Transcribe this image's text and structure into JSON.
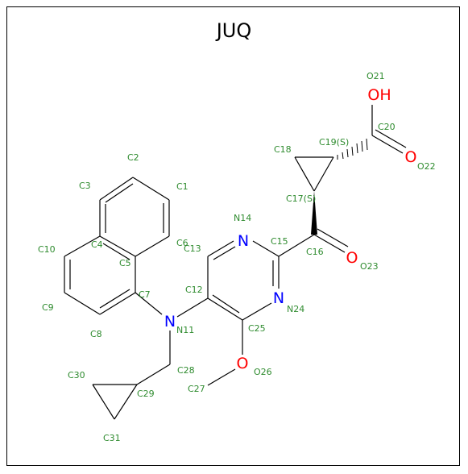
{
  "title": "JUQ",
  "colors": {
    "bond": "#000000",
    "carbon_label": "#2e8b2e",
    "nitrogen": "#0000ff",
    "oxygen": "#ff0000"
  },
  "heteroatoms": {
    "n_ring_top": "N",
    "n_ring_right": "N",
    "n_amine": "N",
    "o_hydroxyl": "OH",
    "o_acid": "O",
    "o_ketone": "O",
    "o_ether": "O"
  },
  "atom_labels": {
    "c1": "C1",
    "c2": "C2",
    "c3": "C3",
    "c4": "C4",
    "c5": "C5",
    "c6": "C6",
    "c7": "C7",
    "c8": "C8",
    "c9": "C9",
    "c10": "C10",
    "n11": "N11",
    "c12": "C12",
    "c13": "C13",
    "n14": "N14",
    "c15": "C15",
    "c16": "C16",
    "c17": "C17(S)",
    "c18": "C18",
    "c19": "C19(S)",
    "c20": "C20",
    "o21": "O21",
    "o22": "O22",
    "o23": "O23",
    "n24": "N24",
    "c25": "C25",
    "o26": "O26",
    "c27": "C27",
    "c28": "C28",
    "c29": "C29",
    "c30": "C30",
    "c31": "C31"
  }
}
